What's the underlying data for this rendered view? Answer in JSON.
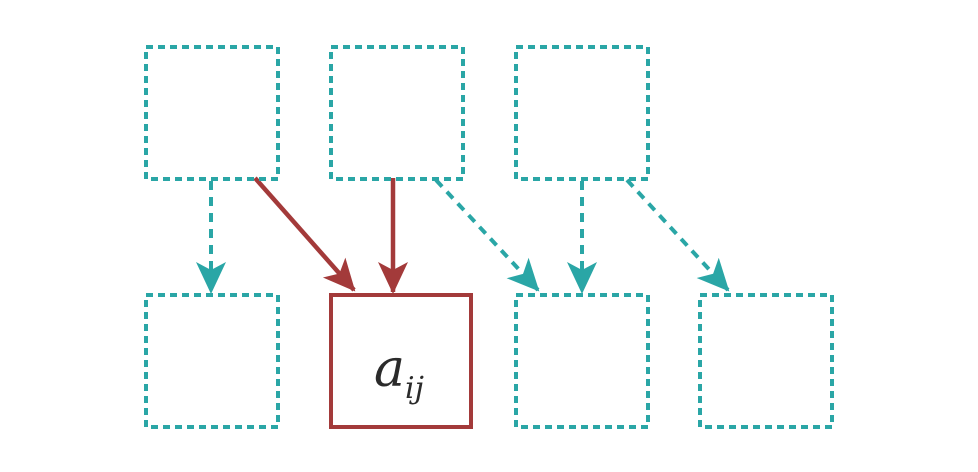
{
  "colors": {
    "dashed": "#2aa6a6",
    "highlight": "#a33a3a",
    "text": "#2b2b2b",
    "background": "#ffffff"
  },
  "diagram": {
    "cells": [
      {
        "id": "r0c0",
        "style": "dashed"
      },
      {
        "id": "r0c1",
        "style": "dashed"
      },
      {
        "id": "r0c2",
        "style": "dashed"
      },
      {
        "id": "r1c0",
        "style": "dashed"
      },
      {
        "id": "r1c1",
        "style": "solid",
        "label_main": "a",
        "label_sub": "ij"
      },
      {
        "id": "r1c2",
        "style": "dashed"
      },
      {
        "id": "r1c3",
        "style": "dashed"
      }
    ],
    "edges": [
      {
        "from": "r0c0",
        "to": "r1c0",
        "style": "dashed"
      },
      {
        "from": "r0c0",
        "to": "r1c1",
        "style": "solid"
      },
      {
        "from": "r0c1",
        "to": "r1c1",
        "style": "solid"
      },
      {
        "from": "r0c1",
        "to": "r1c2",
        "style": "dashed"
      },
      {
        "from": "r0c2",
        "to": "r1c2",
        "style": "dashed"
      },
      {
        "from": "r0c2",
        "to": "r1c3",
        "style": "dashed"
      }
    ]
  }
}
